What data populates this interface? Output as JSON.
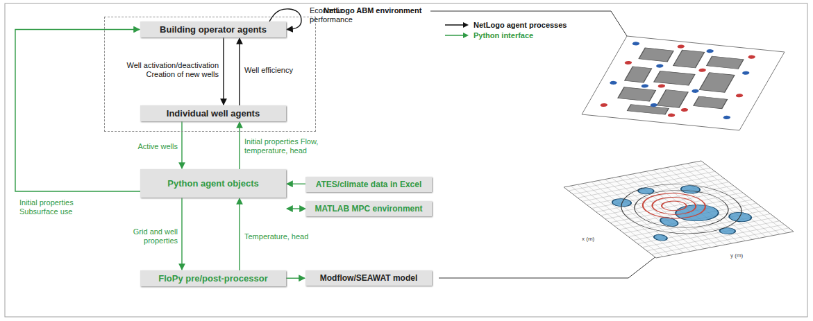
{
  "diagram": {
    "nodes": [
      {
        "text": [
          "NetLogo ABM environment"
        ]
      },
      {
        "text": [
          "Building operator agents"
        ],
        "in": 0
      },
      {
        "text": [
          "Individual well agents"
        ],
        "in": 0
      },
      {
        "text": [
          "Python agent objects"
        ]
      },
      {
        "text": [
          "ATES/climate data in Excel"
        ]
      },
      {
        "text": [
          "MATLAB MPC environment"
        ]
      },
      {
        "text": [
          "FloPy pre/post-processor"
        ]
      },
      {
        "text": [
          "Modflow/SEAWAT model"
        ]
      }
    ],
    "edges": [
      {
        "from": 1,
        "to": 2,
        "label": "Well activation/deactivation Creation of new wells",
        "arrow": "to"
      },
      {
        "from": 2,
        "to": 1,
        "label": "Well efficiency",
        "arrow": "to"
      },
      {
        "from": 1,
        "to": 1,
        "label": "Economic performance",
        "arrow": "to"
      },
      {
        "from": 2,
        "to": 3,
        "label": "Active wells",
        "arrow": "to"
      },
      {
        "from": 3,
        "to": 2,
        "label": "Initial properties Flow, temperature, head",
        "arrow": "to"
      },
      {
        "from": 3,
        "to": 1,
        "label": "Initial properties Subsurface use",
        "arrow": "to"
      },
      {
        "from": 4,
        "to": 3,
        "arrow": "to"
      },
      {
        "from": 5,
        "to": 3,
        "arrow": "both"
      },
      {
        "from": 3,
        "to": 6,
        "label": "Grid and well properties",
        "arrow": "to"
      },
      {
        "from": 6,
        "to": 3,
        "label": "Temperature, head",
        "arrow": "to"
      },
      {
        "from": 6,
        "to": 7,
        "arrow": "to"
      }
    ],
    "labels": [
      "x (m)",
      "y (m)"
    ],
    "legend": [
      {
        "text": "NetLogo agent processes"
      },
      {
        "text": "Python interface"
      }
    ]
  }
}
